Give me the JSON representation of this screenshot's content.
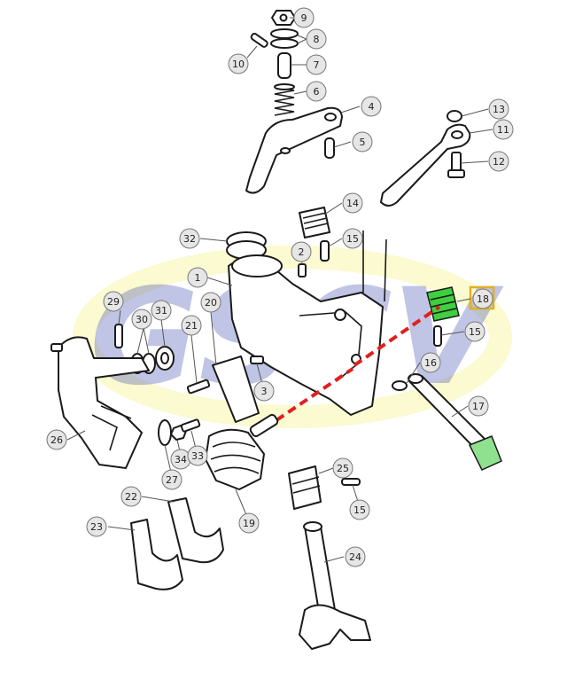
{
  "watermark": {
    "text": "GSCV",
    "fill": "#1f2ea6",
    "ring": "#f2ee55",
    "opacity": 0.28
  },
  "highlight": {
    "color": "#3fcf3f",
    "box_color": "#e0b020",
    "dash_color": "#e02020",
    "part": "18"
  },
  "callouts": [
    {
      "id": "9",
      "label": "9"
    },
    {
      "id": "8",
      "label": "8"
    },
    {
      "id": "10",
      "label": "10"
    },
    {
      "id": "7",
      "label": "7"
    },
    {
      "id": "6",
      "label": "6"
    },
    {
      "id": "4",
      "label": "4"
    },
    {
      "id": "5",
      "label": "5"
    },
    {
      "id": "13",
      "label": "13"
    },
    {
      "id": "11",
      "label": "11"
    },
    {
      "id": "12",
      "label": "12"
    },
    {
      "id": "14",
      "label": "14"
    },
    {
      "id": "32",
      "label": "32"
    },
    {
      "id": "2",
      "label": "2"
    },
    {
      "id": "15a",
      "label": "15"
    },
    {
      "id": "1",
      "label": "1"
    },
    {
      "id": "18",
      "label": "18"
    },
    {
      "id": "15b",
      "label": "15"
    },
    {
      "id": "29",
      "label": "29"
    },
    {
      "id": "30",
      "label": "30"
    },
    {
      "id": "31",
      "label": "31"
    },
    {
      "id": "20",
      "label": "20"
    },
    {
      "id": "21",
      "label": "21"
    },
    {
      "id": "16",
      "label": "16"
    },
    {
      "id": "3",
      "label": "3"
    },
    {
      "id": "17",
      "label": "17"
    },
    {
      "id": "26",
      "label": "26"
    },
    {
      "id": "34",
      "label": "34"
    },
    {
      "id": "33",
      "label": "33"
    },
    {
      "id": "27",
      "label": "27"
    },
    {
      "id": "19",
      "label": "19"
    },
    {
      "id": "25",
      "label": "25"
    },
    {
      "id": "22",
      "label": "22"
    },
    {
      "id": "15c",
      "label": "15"
    },
    {
      "id": "23",
      "label": "23"
    },
    {
      "id": "24",
      "label": "24"
    }
  ]
}
